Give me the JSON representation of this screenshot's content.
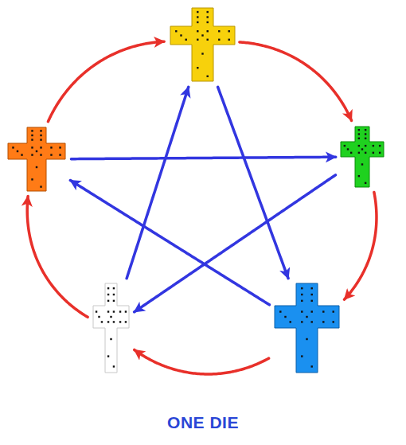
{
  "diagram": {
    "caption": "ONE DIE",
    "nodes": [
      {
        "text": []
      },
      {
        "text": []
      },
      {
        "text": []
      },
      {
        "text": []
      },
      {
        "text": []
      }
    ],
    "edges": [
      {
        "from": 0,
        "to": 2,
        "arrow": "to"
      },
      {
        "from": 2,
        "to": 4,
        "arrow": "to"
      },
      {
        "from": 4,
        "to": 3,
        "arrow": "to"
      },
      {
        "from": 3,
        "to": 1,
        "arrow": "to"
      },
      {
        "from": 1,
        "to": 0,
        "arrow": "to"
      },
      {
        "from": 1,
        "to": 2,
        "arrow": "to"
      },
      {
        "from": 2,
        "to": 3,
        "arrow": "to"
      },
      {
        "from": 0,
        "to": 4,
        "arrow": "to"
      },
      {
        "from": 4,
        "to": 1,
        "arrow": "to"
      },
      {
        "from": 3,
        "to": 0,
        "arrow": "to"
      }
    ]
  }
}
